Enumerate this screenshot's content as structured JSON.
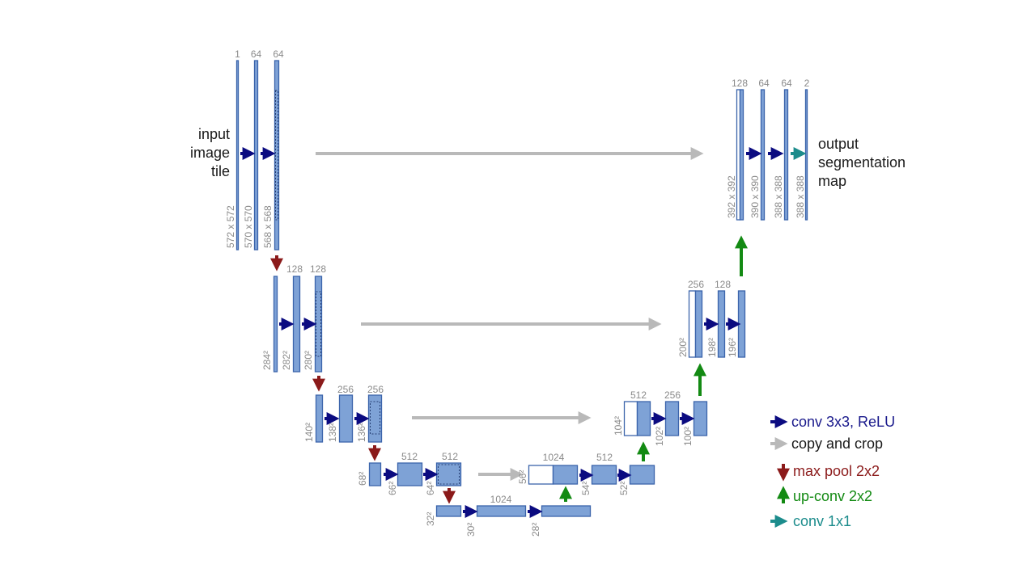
{
  "input_label": [
    "input",
    "image",
    "tile"
  ],
  "output_label": [
    "output",
    "segmentation",
    "map"
  ],
  "colors": {
    "conv": "#0b0b80",
    "copy": "#b9b9b9",
    "pool": "#8b1a1a",
    "upconv": "#138a13",
    "conv1x1": "#1c8c8c",
    "feature_map": "#7ea2d6",
    "feature_border": "#3b64ab"
  },
  "channels": {
    "l1": [
      "1",
      "64",
      "64"
    ],
    "l2": [
      "128",
      "128"
    ],
    "l3": [
      "256",
      "256"
    ],
    "l4": [
      "512",
      "512"
    ],
    "l5": [
      "1024"
    ],
    "r4": [
      "1024",
      "512"
    ],
    "r3": [
      "512",
      "256"
    ],
    "r2": [
      "256",
      "128"
    ],
    "r1": [
      "128",
      "64",
      "64",
      "2"
    ]
  },
  "sizes": {
    "l1": [
      "572 x 572",
      "570 x 570",
      "568 x 568"
    ],
    "l2": [
      "284²",
      "282²",
      "280²"
    ],
    "l3": [
      "140²",
      "138²",
      "136²"
    ],
    "l4": [
      "68²",
      "66²",
      "64²"
    ],
    "l5": [
      "32²",
      "30²",
      "28²"
    ],
    "r4": [
      "56²",
      "54²",
      "52²"
    ],
    "r3": [
      "104²",
      "102²",
      "100²"
    ],
    "r2": [
      "200²",
      "198²",
      "196²"
    ],
    "r1": [
      "392 x 392",
      "390 x 390",
      "388 x 388",
      "388 x 388"
    ]
  },
  "legend": [
    {
      "label": "conv 3x3, ReLU",
      "icon": "arrow-right-icon",
      "color": "#0b0b80"
    },
    {
      "label": "copy and crop",
      "icon": "arrow-right-icon",
      "color": "#b9b9b9"
    },
    {
      "label": "max pool 2x2",
      "icon": "arrow-down-icon",
      "color": "#8b1a1a"
    },
    {
      "label": "up-conv 2x2",
      "icon": "arrow-up-icon",
      "color": "#138a13"
    },
    {
      "label": "conv 1x1",
      "icon": "arrow-right-icon",
      "color": "#1c8c8c"
    }
  ]
}
